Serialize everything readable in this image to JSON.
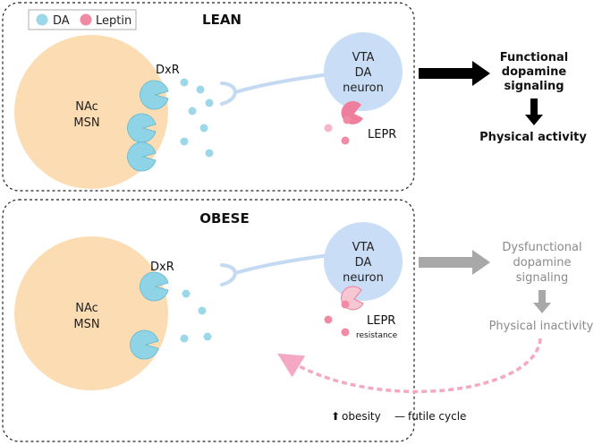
{
  "legend": {
    "da_label": "DA",
    "leptin_label": "Leptin"
  },
  "lean": {
    "title": "LEAN",
    "msn_line1": "NAc",
    "msn_line2": "MSN",
    "receptor_label": "DxR",
    "vta_line1": "VTA",
    "vta_line2": "DA",
    "vta_line3": "neuron",
    "lepr_label": "LEPR",
    "outcome_line1": "Functional",
    "outcome_line2": "dopamine",
    "outcome_line3": "signaling",
    "result": "Physical activity"
  },
  "obese": {
    "title": "OBESE",
    "msn_line1": "NAc",
    "msn_line2": "MSN",
    "receptor_label": "DxR",
    "vta_line1": "VTA",
    "vta_line2": "DA",
    "vta_line3": "neuron",
    "lepr_label": "LEPR",
    "lepr_sub": "resistance",
    "outcome_line1": "Dysfunctional",
    "outcome_line2": "dopamine",
    "outcome_line3": "signaling",
    "result": "Physical inactivity",
    "cycle_word1": "obesity",
    "cycle_word2": "futile cycle",
    "cycle_up_glyph": "⬆",
    "cycle_dash": "—"
  },
  "colors": {
    "da": "#9dd8ea",
    "da_receptor": "#8fd3e6",
    "leptin": "#f08aa5",
    "leptin_receptor_lean": "#ee7f9c",
    "leptin_receptor_resistant": "#f7c6d3",
    "msn_fill": "#fbdcb3",
    "vta_fill": "#c9def6",
    "axon": "#c4daf2",
    "arrow_lean": "#000000",
    "arrow_obese": "#a8a8a8",
    "cycle_arrow": "#f4a8c3",
    "obese_text": "#8a8a8a"
  }
}
